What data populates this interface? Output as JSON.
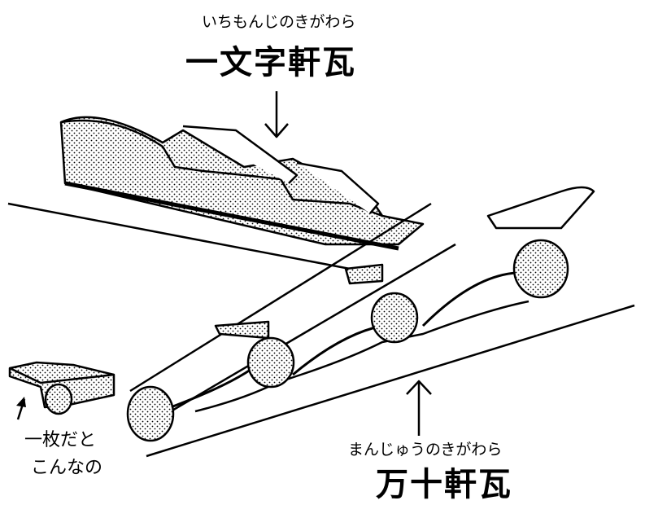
{
  "top_label": {
    "reading": "いちもんじのきがわら",
    "name": "一文字軒瓦"
  },
  "bottom_label": {
    "reading": "まんじゅうのきがわら",
    "name": "万十軒瓦"
  },
  "single_tile_note": {
    "line1": "一枚だと",
    "line2": "こんなの"
  }
}
